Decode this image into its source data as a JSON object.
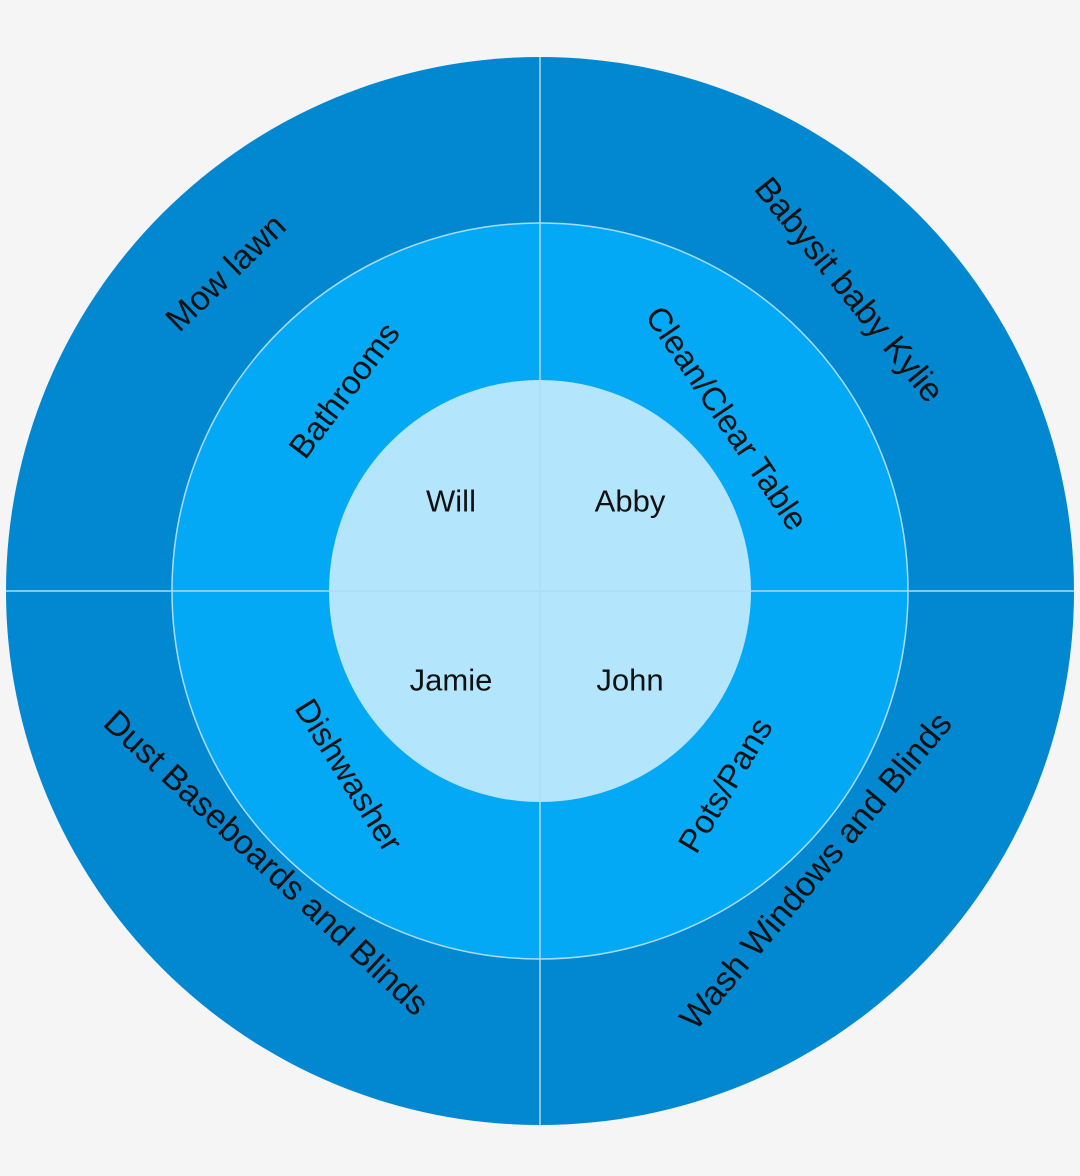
{
  "colors": {
    "background": "#f5f5f5",
    "outer_ring": "#0288d1",
    "middle_ring": "#03a9f4",
    "inner_circle": "#b3e5fc",
    "divider": "#a9ddf7",
    "text": "#111111"
  },
  "wheel": {
    "quadrants": [
      {
        "id": "top-left",
        "person": "Will",
        "chore": "Bathrooms",
        "outer_task": "Mow lawn"
      },
      {
        "id": "top-right",
        "person": "Abby",
        "chore": "Clean/Clear Table",
        "outer_task": "Babysit baby Kylie"
      },
      {
        "id": "bottom-right",
        "person": "John",
        "chore": "Pots/Pans",
        "outer_task": "Wash Windows and Blinds"
      },
      {
        "id": "bottom-left",
        "person": "Jamie",
        "chore": "Dishwasher",
        "outer_task": "Dust Baseboards and Blinds"
      }
    ]
  }
}
